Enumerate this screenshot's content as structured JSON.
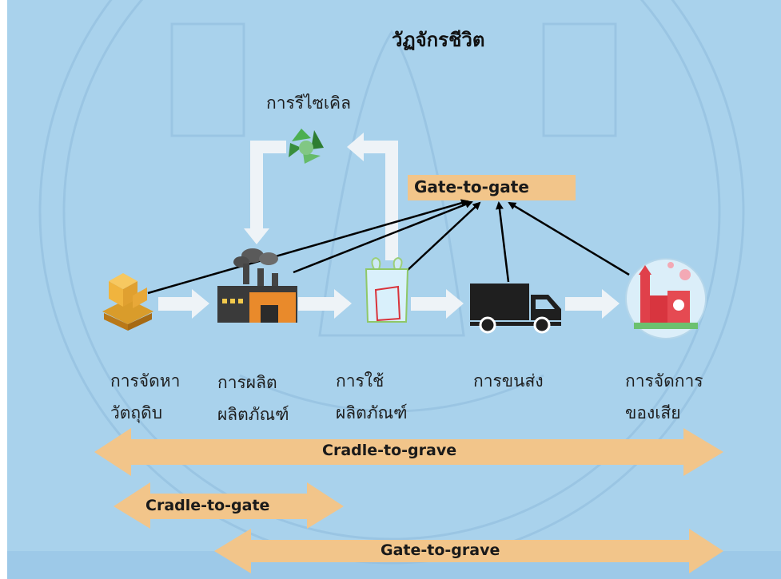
{
  "diagram": {
    "title": "วัฏจักรชีวิต",
    "recycle_label": "การรีไซเคิล",
    "gate_to_gate_label": "Gate-to-gate",
    "stages": [
      {
        "line1": "การจัดหา",
        "line2": "วัตถุดิบ",
        "icon": "raw-material-boxes-icon"
      },
      {
        "line1": "การผลิต",
        "line2": "ผลิตภัณฑ์",
        "icon": "factory-icon"
      },
      {
        "line1": "การใช้",
        "line2": "ผลิตภัณฑ์",
        "icon": "plastic-bag-icon"
      },
      {
        "line1": "การขนส่ง",
        "line2": "",
        "icon": "delivery-truck-icon"
      },
      {
        "line1": "การจัดการ",
        "line2": "ของเสีย",
        "icon": "waste-plant-icon"
      }
    ],
    "scopes": [
      {
        "label": "Cradle-to-grave"
      },
      {
        "label": "Cradle-to-gate"
      },
      {
        "label": "Gate-to-grave"
      }
    ],
    "colors": {
      "background": "#a9d2ec",
      "scope_arrow": "#f2c58a",
      "flow_arrow": "#eef3f7",
      "connector": "#000000"
    }
  }
}
